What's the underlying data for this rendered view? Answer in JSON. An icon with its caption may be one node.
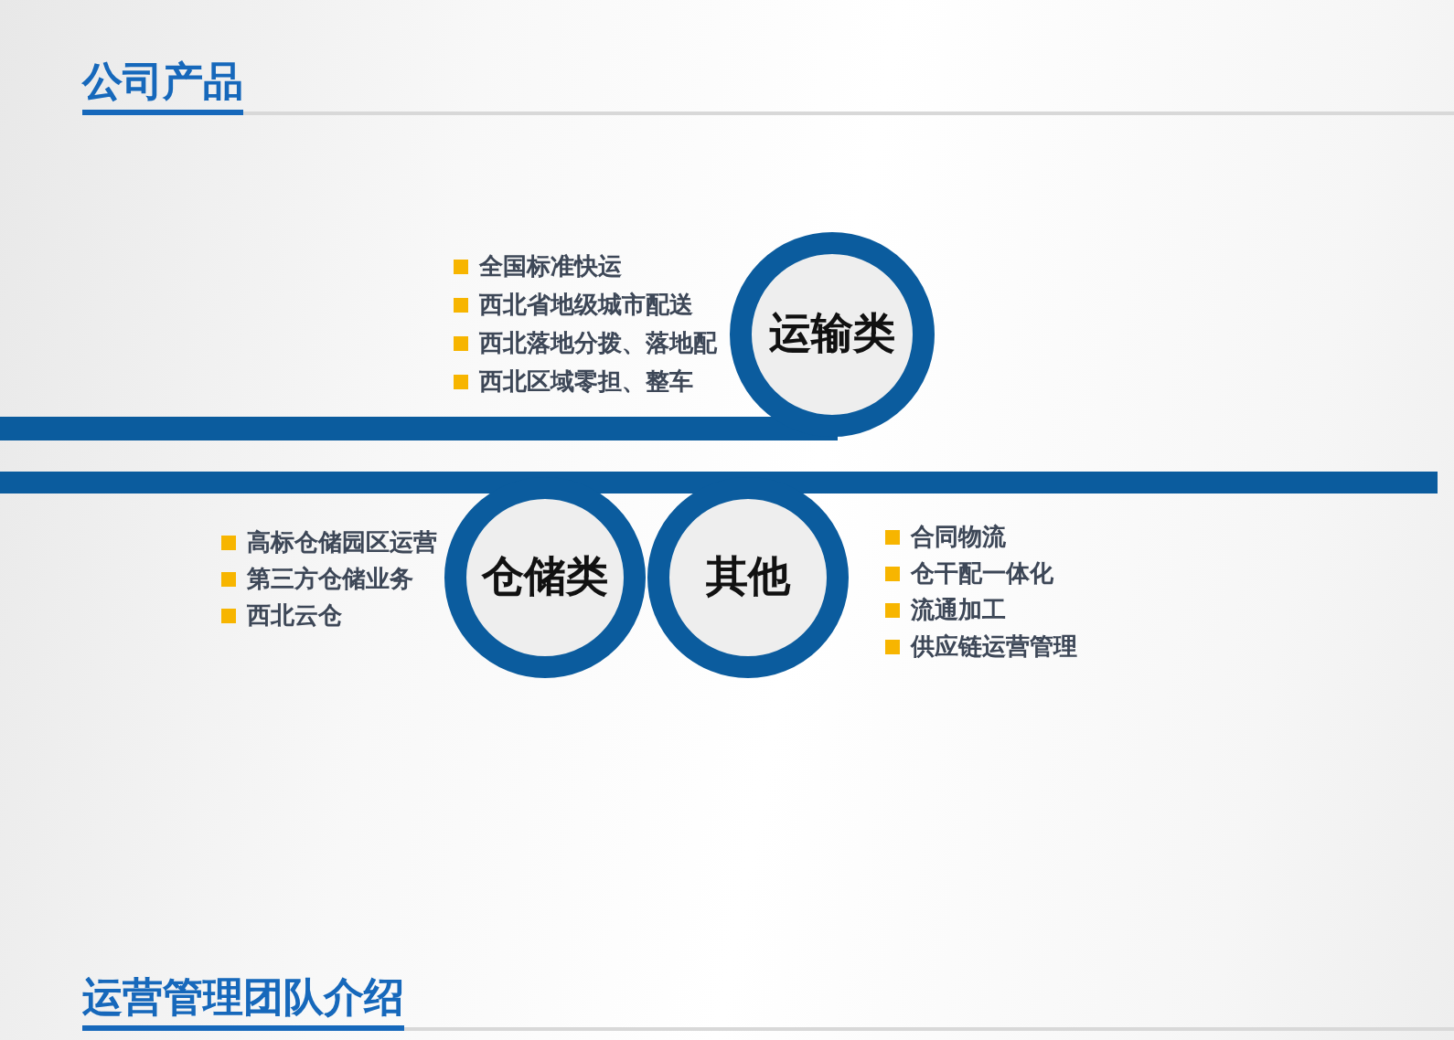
{
  "diagram": {
    "title": "公司产品",
    "nodes": [
      {
        "text": [
          "运输类"
        ],
        "beside": [
          "全国标准快运",
          "西北省地级城市配送",
          "西北落地分拨、落地配",
          "西北区域零担、整车"
        ]
      },
      {
        "text": [
          "仓储类"
        ],
        "beside": [
          "高标仓储园区运营",
          "第三方仓储业务",
          "西北云仓"
        ]
      },
      {
        "text": [
          "其他"
        ],
        "beside": [
          "合同物流",
          "仓干配一体化",
          "流通加工",
          "供应链运营管理"
        ]
      }
    ],
    "labels": [
      "运营管理团队介绍"
    ]
  }
}
